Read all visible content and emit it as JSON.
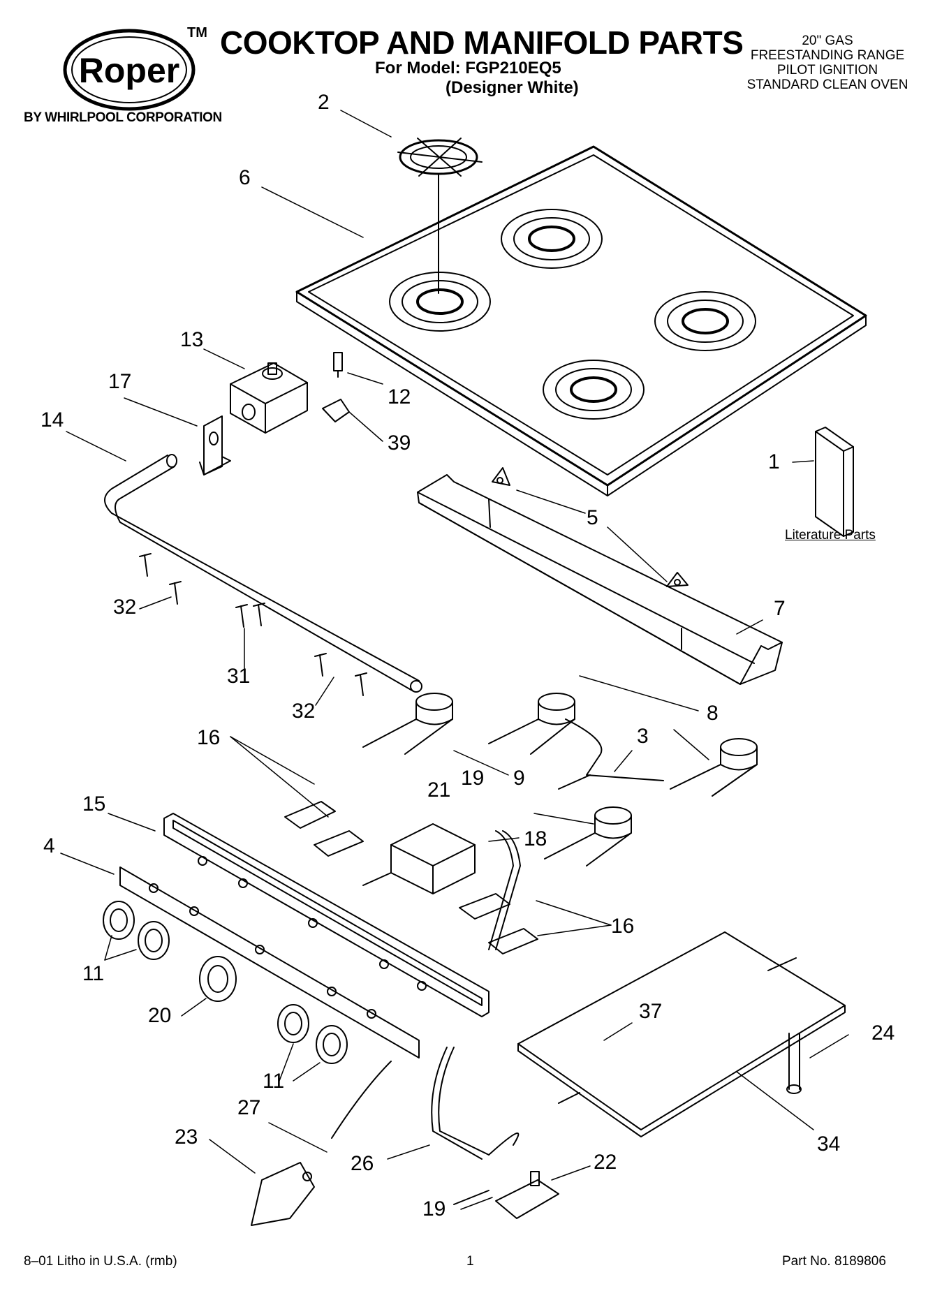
{
  "header": {
    "brand": "Roper",
    "trademark": "TM",
    "title": "COOKTOP AND MANIFOLD PARTS",
    "model_line": "For Model: FGP210EQ5",
    "variant": "(Designer White)",
    "specs": [
      "20\" GAS",
      "FREESTANDING RANGE",
      "PILOT IGNITION",
      "STANDARD CLEAN OVEN"
    ],
    "byline": "BY WHIRLPOOL CORPORATION"
  },
  "diagram": {
    "callouts": [
      "2",
      "6",
      "13",
      "17",
      "12",
      "14",
      "39",
      "1",
      "5",
      "32",
      "7",
      "31",
      "32",
      "16",
      "8",
      "3",
      "9",
      "19",
      "21",
      "15",
      "18",
      "4",
      "11",
      "20",
      "16",
      "37",
      "24",
      "11",
      "27",
      "34",
      "23",
      "26",
      "22",
      "19"
    ],
    "literature_label": "Literature Parts"
  },
  "footer": {
    "left": "8–01 Litho in U.S.A. (rmb)",
    "center": "1",
    "right": "Part No. 8189806"
  }
}
